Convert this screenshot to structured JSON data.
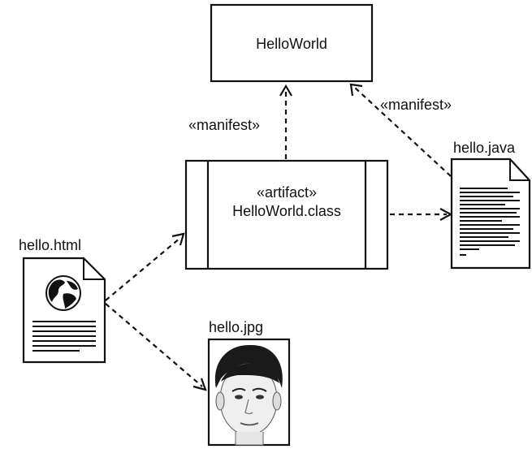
{
  "diagram": {
    "helloworld_component": {
      "label": "HelloWorld"
    },
    "artifact": {
      "stereotype": "«artifact»",
      "name": "HelloWorld.class"
    },
    "manifest_left": {
      "label": "«manifest»"
    },
    "manifest_right": {
      "label": "«manifest»"
    },
    "hello_java": {
      "label": "hello.java",
      "icon": "source-document-icon"
    },
    "hello_html": {
      "label": "hello.html",
      "icon": "web-document-icon"
    },
    "hello_jpg": {
      "label": "hello.jpg",
      "icon": "portrait-photo-icon"
    }
  }
}
